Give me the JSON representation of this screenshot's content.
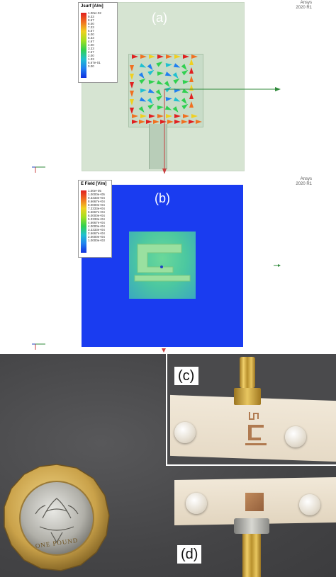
{
  "panel_a": {
    "label": "(a)",
    "legend_title": "Jsurf [A/m]",
    "legend_values": [
      "1.00e+02",
      "9.33",
      "8.67",
      "8.00",
      "7.33",
      "6.67",
      "6.00",
      "5.33",
      "4.67",
      "4.00",
      "3.33",
      "2.67",
      "2.00",
      "1.33",
      "6.67e-01",
      "0.00"
    ],
    "vendor": "Ansys",
    "vendor_sub": "2020 R1"
  },
  "panel_b": {
    "label": "(b)",
    "legend_title": "E Field [V/m]",
    "legend_values": [
      "1.00e+05",
      "1.0000e+05",
      "9.3333e+04",
      "8.6667e+04",
      "8.0000e+04",
      "7.3333e+04",
      "6.6667e+04",
      "6.0000e+04",
      "5.3333e+04",
      "4.6667e+04",
      "4.0000e+04",
      "3.3333e+04",
      "2.6667e+04",
      "2.0000e+04",
      "1.0000e+03"
    ],
    "vendor": "Ansys",
    "vendor_sub": "2020 R1"
  },
  "photo": {
    "label_c": "(c)",
    "label_d": "(d)",
    "coin_text": "ONE POUND"
  },
  "colors": {
    "board_a": "#d6e4d2",
    "board_b": "#1a3cf0",
    "photo_bg": "#4a4a4c",
    "substrate": "#ece1cf",
    "copper": "#b07a50",
    "gold": "#d7a93a"
  }
}
